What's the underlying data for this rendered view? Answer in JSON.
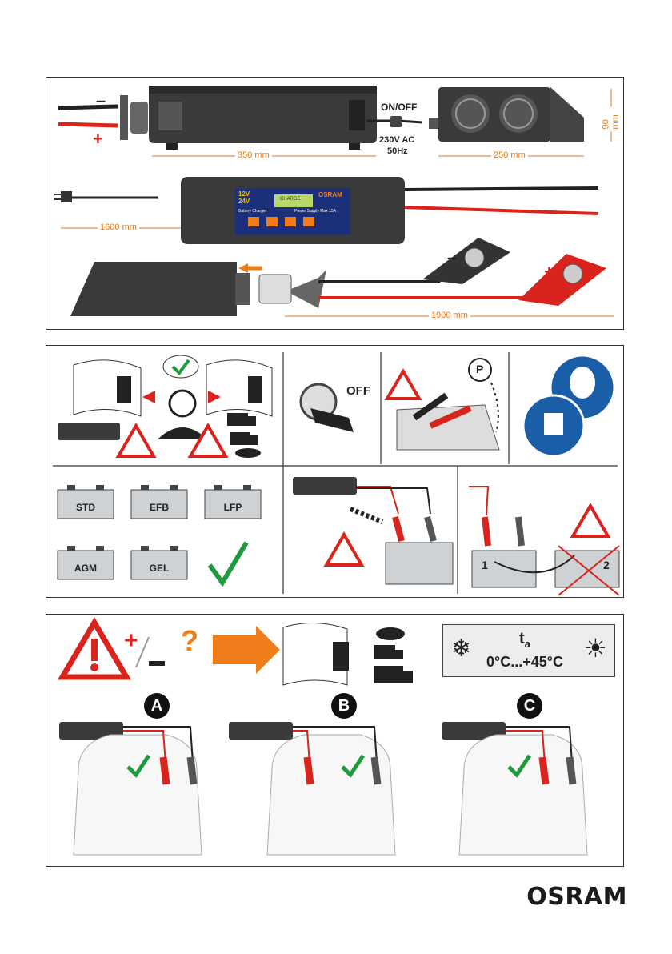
{
  "panel1": {
    "switch_label": "ON/OFF",
    "power_label_line1": "230V AC",
    "power_label_line2": "50Hz",
    "dims": {
      "length": "350 mm",
      "depth": "250 mm",
      "height": "90 mm",
      "cable": "1600 mm",
      "clamp_cable": "1900 mm"
    },
    "screen": {
      "v12": "12V",
      "v24": "24V",
      "brand": "OSRAM",
      "charger_label": "Battery Charger",
      "supply_label": "Power Supply Max 15A",
      "display": "CHARGE"
    },
    "minus": "–",
    "plus": "+"
  },
  "panel2": {
    "key_label": "OFF",
    "park_label": "P",
    "batteries": [
      "STD",
      "EFB",
      "LFP",
      "AGM",
      "GEL"
    ],
    "info_glyph": "i",
    "battery_numbers": [
      "1",
      "2"
    ]
  },
  "panel3": {
    "polarity_question": "?",
    "temperature_symbol": "t",
    "temperature_subscript": "a",
    "temperature_range": "0°C...+45°C",
    "scenarios": [
      "A",
      "B",
      "C"
    ]
  },
  "brand": "OSRAM",
  "colors": {
    "red": "#e3231c",
    "orange": "#ef7d1a",
    "green": "#1f9a3c",
    "blue": "#1a5ea8",
    "dark": "#2b2b2b"
  }
}
